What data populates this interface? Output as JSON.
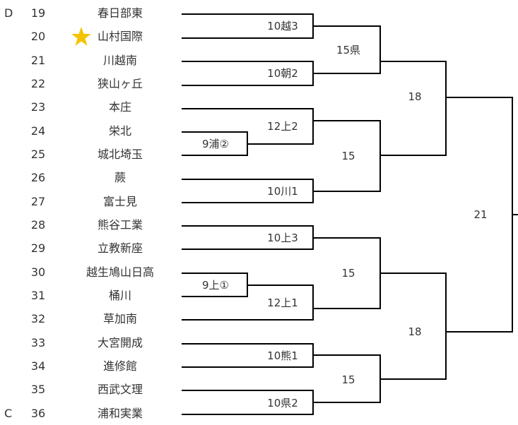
{
  "blocks": {
    "top": "D",
    "bottom": "C"
  },
  "entries": [
    {
      "num": "19",
      "name": "春日部東"
    },
    {
      "num": "20",
      "name": "山村国際",
      "seed": true
    },
    {
      "num": "21",
      "name": "川越南"
    },
    {
      "num": "22",
      "name": "狭山ヶ丘"
    },
    {
      "num": "23",
      "name": "本庄"
    },
    {
      "num": "24",
      "name": "栄北"
    },
    {
      "num": "25",
      "name": "城北埼玉"
    },
    {
      "num": "26",
      "name": "蕨"
    },
    {
      "num": "27",
      "name": "富士見"
    },
    {
      "num": "28",
      "name": "熊谷工業"
    },
    {
      "num": "29",
      "name": "立教新座"
    },
    {
      "num": "30",
      "name": "越生鳩山日高"
    },
    {
      "num": "31",
      "name": "桶川"
    },
    {
      "num": "32",
      "name": "草加南"
    },
    {
      "num": "33",
      "name": "大宮開成"
    },
    {
      "num": "34",
      "name": "進修館"
    },
    {
      "num": "35",
      "name": "西武文理"
    },
    {
      "num": "36",
      "name": "浦和実業"
    }
  ],
  "matches": {
    "r1_a": "10越3",
    "r1_b": "10朝2",
    "r0_a": "9浦②",
    "r1_c": "12上2",
    "r1_d": "10川1",
    "r1_e": "10上3",
    "r0_b": "9上①",
    "r1_f": "12上1",
    "r1_g": "10熊1",
    "r1_h": "10県2",
    "r2_a": "15県",
    "r2_b": "15",
    "r2_c": "15",
    "r2_d": "15",
    "r3_a": "18",
    "r3_b": "18",
    "r4": "21"
  },
  "colors": {
    "line": "#000000",
    "text": "#333333",
    "star": "#f5c400"
  }
}
